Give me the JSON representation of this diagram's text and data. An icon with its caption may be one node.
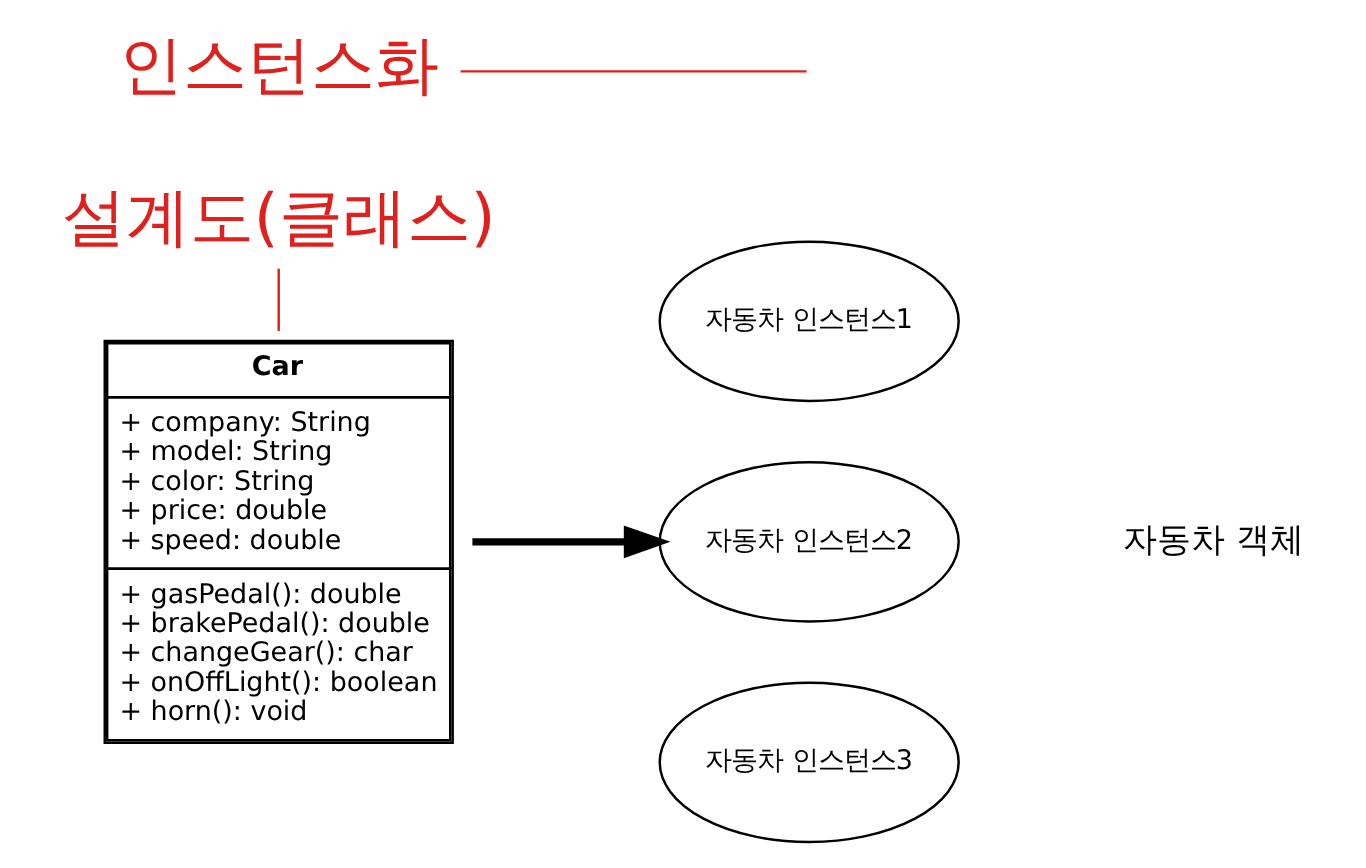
{
  "diagram": {
    "nodes": [
      {
        "text": [
          "Car",
          "+ company: String",
          "+ model: String",
          "+ color: String",
          "+ price: double",
          "+ speed: double",
          "+ gasPedal(): double",
          "+ brakePedal(): double",
          "+ changeGear(): char",
          "+ onOffLight(): boolean",
          "+ horn(): void"
        ]
      },
      {
        "text": [
          "자동차 인스턴스1"
        ]
      },
      {
        "text": [
          "자동차 인스턴스2"
        ]
      },
      {
        "text": [
          "자동차 인스턴스3"
        ]
      },
      {
        "text": [
          "설계도(클래스)"
        ]
      },
      {
        "text": [
          "인스턴스화"
        ]
      }
    ],
    "edges": [
      {
        "from": 0,
        "to": 2,
        "arrow": "to",
        "style": "thick",
        "color": "#000000"
      },
      {
        "from": 4,
        "to": 0,
        "arrow": "none",
        "color": "#e0201c"
      },
      {
        "from": 5,
        "to": null,
        "arrow": "none",
        "color": "#e0201c"
      }
    ],
    "labels": [
      "자동차 객체"
    ]
  }
}
